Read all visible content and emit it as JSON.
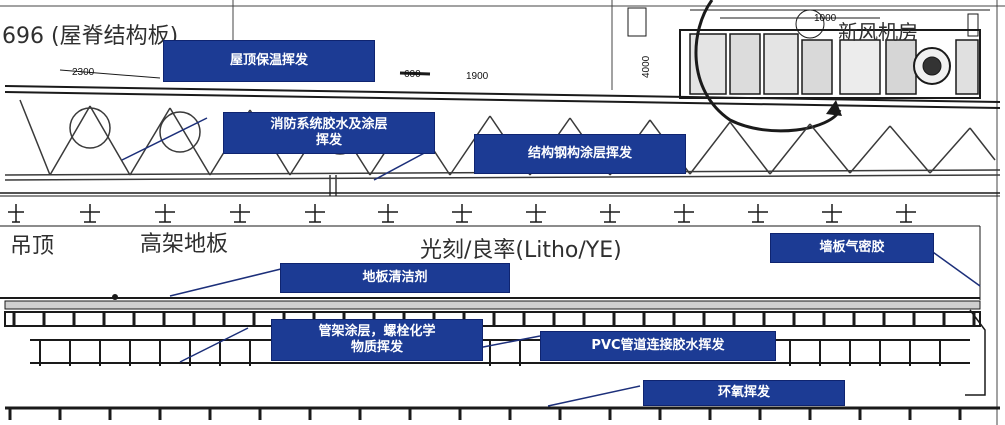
{
  "drawing_text": {
    "roof_structure": "696 (屋脊结构板)",
    "machine_room": "新风机房",
    "ceiling": "吊顶",
    "raised_floor": "高架地板",
    "litho_area": "光刻/良率(Litho/YE)"
  },
  "dimensions": {
    "d2300": "2300",
    "d600": "600",
    "d1900": "1900",
    "d1000": "1000",
    "d4000": "4000"
  },
  "tags": {
    "roof_insulation": "屋顶保温挥发",
    "fire_system": "消防系统胶水及涂层\n挥发",
    "steel_coating": "结构钢构涂层挥发",
    "wall_sealant": "墙板气密胶",
    "floor_cleaner": "地板清洁剂",
    "pipe_rack": "管架涂层，螺栓化学\n物质挥发",
    "pvc_glue": "PVC管道连接胶水挥发",
    "epoxy": "环氧挥发"
  },
  "colors": {
    "tag_fill": "#1c3b94",
    "tag_text": "#ffffff",
    "line": "#1a1a1a",
    "leader": "#1c2f7a"
  }
}
